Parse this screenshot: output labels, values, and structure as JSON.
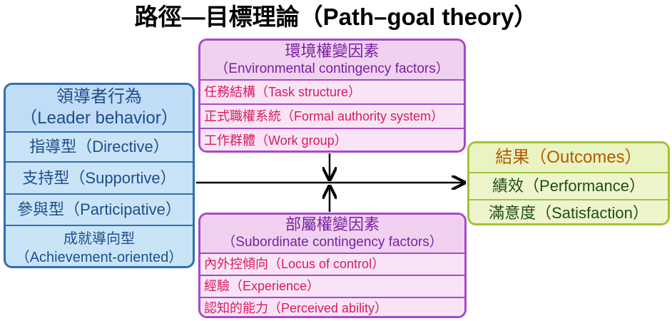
{
  "title": "路徑—目標理論（Path–goal theory）",
  "leader": {
    "head_zh": "領導者行為",
    "head_en": "（Leader behavior）",
    "items": [
      "指導型（Directive）",
      "支持型（Supportive）",
      "參與型（Participative）"
    ],
    "last_zh": "成就導向型",
    "last_en": "（Achievement-oriented）"
  },
  "environmental": {
    "head_zh": "環境權變因素",
    "head_en": "（Environmental contingency factors）",
    "items": [
      "任務結構（Task structure）",
      "正式職權系統（Formal authority system）",
      "工作群體（Work group）"
    ]
  },
  "subordinate": {
    "head_zh": "部屬權變因素",
    "head_en": "（Subordinate contingency factors）",
    "items": [
      "內外控傾向（Locus of control）",
      "經驗（Experience）",
      "認知的能力（Perceived ability）"
    ]
  },
  "outcomes": {
    "head": "結果（Outcomes）",
    "items": [
      "績效（Performance）",
      "滿意度（Satisfaction）"
    ]
  },
  "colors": {
    "leader_border": "#2f6fb0",
    "leader_fill": "#c9e4f7",
    "factor_border": "#a64ac9",
    "factor_fill": "#f5dcf5",
    "factor_item_text": "#d81b60",
    "outcome_border": "#9fc33c",
    "outcome_fill": "#eef5cc",
    "outcome_head_text": "#b35a00"
  }
}
